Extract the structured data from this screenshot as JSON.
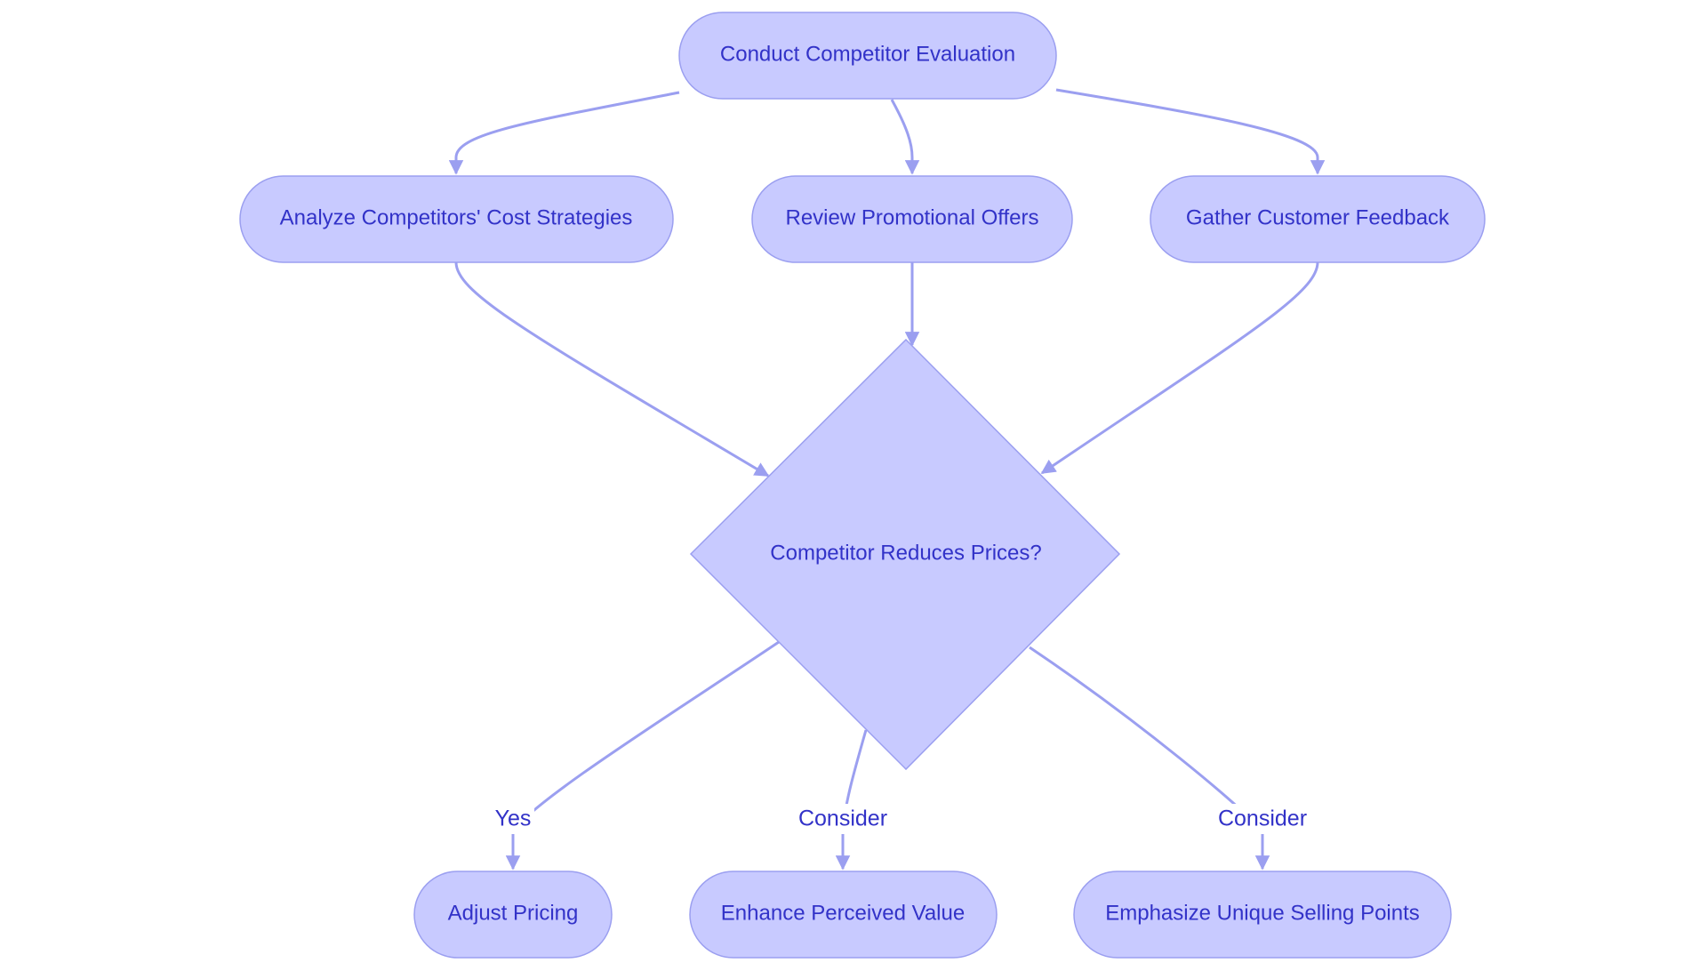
{
  "colors": {
    "node_fill": "#c8caff",
    "node_stroke": "#9b9ff0",
    "edge": "#9b9ff0",
    "text": "#3232c8",
    "background": "#ffffff"
  },
  "nodes": {
    "start": {
      "label": "Conduct Competitor Evaluation",
      "shape": "rounded-rect"
    },
    "analyze": {
      "label": "Analyze Competitors' Cost Strategies",
      "shape": "rounded-rect"
    },
    "review": {
      "label": "Review Promotional Offers",
      "shape": "rounded-rect"
    },
    "gather": {
      "label": "Gather Customer Feedback",
      "shape": "rounded-rect"
    },
    "decision": {
      "label": "Competitor Reduces Prices?",
      "shape": "diamond"
    },
    "adjust": {
      "label": "Adjust Pricing",
      "shape": "rounded-rect"
    },
    "enhance": {
      "label": "Enhance Perceived Value",
      "shape": "rounded-rect"
    },
    "emphasize": {
      "label": "Emphasize Unique Selling Points",
      "shape": "rounded-rect"
    }
  },
  "edges": [
    {
      "from": "start",
      "to": "analyze",
      "label": ""
    },
    {
      "from": "start",
      "to": "review",
      "label": ""
    },
    {
      "from": "start",
      "to": "gather",
      "label": ""
    },
    {
      "from": "analyze",
      "to": "decision",
      "label": ""
    },
    {
      "from": "review",
      "to": "decision",
      "label": ""
    },
    {
      "from": "gather",
      "to": "decision",
      "label": ""
    },
    {
      "from": "decision",
      "to": "adjust",
      "label": "Yes"
    },
    {
      "from": "decision",
      "to": "enhance",
      "label": "Consider"
    },
    {
      "from": "decision",
      "to": "emphasize",
      "label": "Consider"
    }
  ]
}
